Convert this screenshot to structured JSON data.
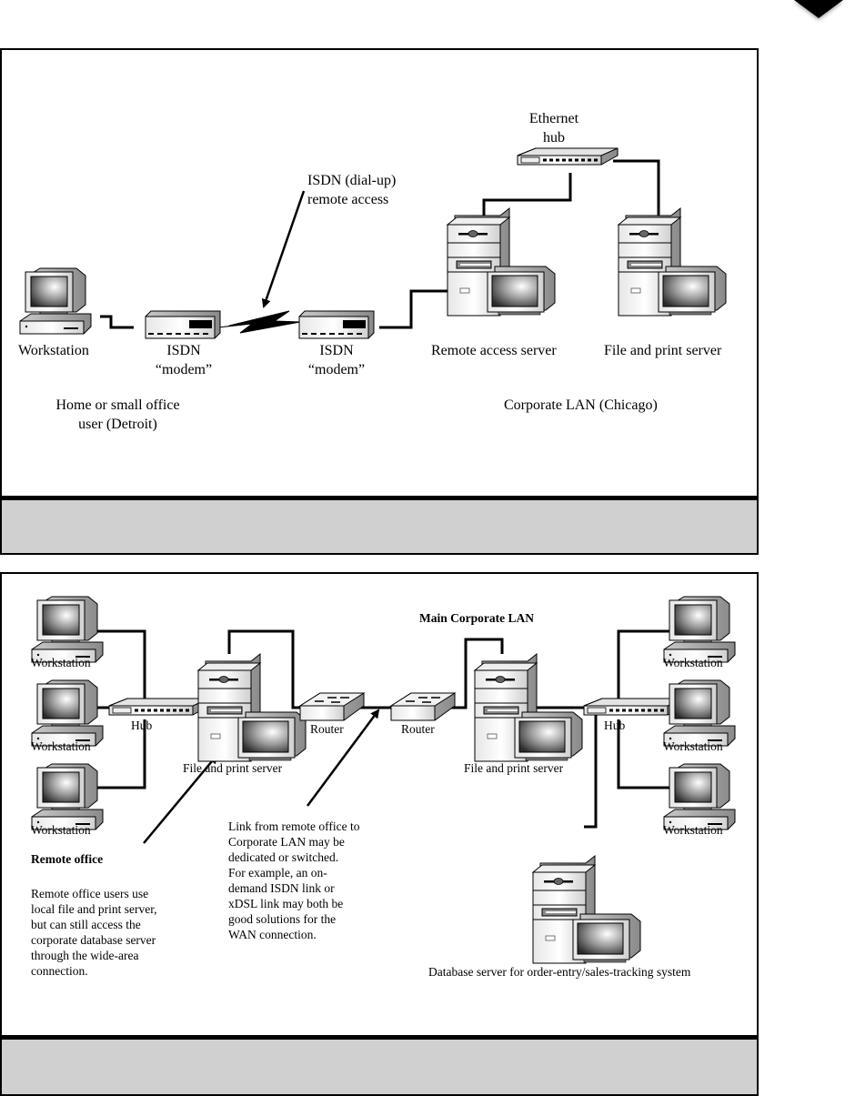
{
  "page": {
    "corner_icon": "down-triangle-icon"
  },
  "figure1": {
    "devices": {
      "workstation": "Workstation",
      "modem_left": [
        "ISDN",
        "“modem”"
      ],
      "modem_right": [
        "ISDN",
        "“modem”"
      ],
      "remote_access_server": "Remote access server",
      "file_print_server": "File and print server",
      "ethernet_hub": [
        "Ethernet",
        "hub"
      ]
    },
    "annotation": [
      "ISDN (dial-up)",
      "remote access"
    ],
    "regions": {
      "home": [
        "Home or small office",
        "user (Detroit)"
      ],
      "corporate": "Corporate LAN (Chicago)"
    },
    "caption": ""
  },
  "figure2": {
    "title_main": "Main Corporate LAN",
    "title_remote": "Remote office",
    "left_workstations": [
      "Workstation",
      "Workstation",
      "Workstation"
    ],
    "right_workstations": [
      "Workstation",
      "Workstation",
      "Workstation"
    ],
    "left_hub": "Hub",
    "right_hub": "Hub",
    "left_server": "File and print server",
    "right_server": "File and print server",
    "router_left": "Router",
    "router_right": "Router",
    "database_server": "Database server for order-entry/sales-tracking system",
    "note_remote": "Remote office users use\nlocal file and print server,\nbut can still access the\ncorporate database server\nthrough the wide-area\nconnection.",
    "note_link": "Link from remote office to\nCorporate LAN may be\ndedicated or switched.\nFor example, an on-\ndemand ISDN link or\nxDSL link may both be\ngood solutions for the\nWAN connection.",
    "caption": ""
  }
}
